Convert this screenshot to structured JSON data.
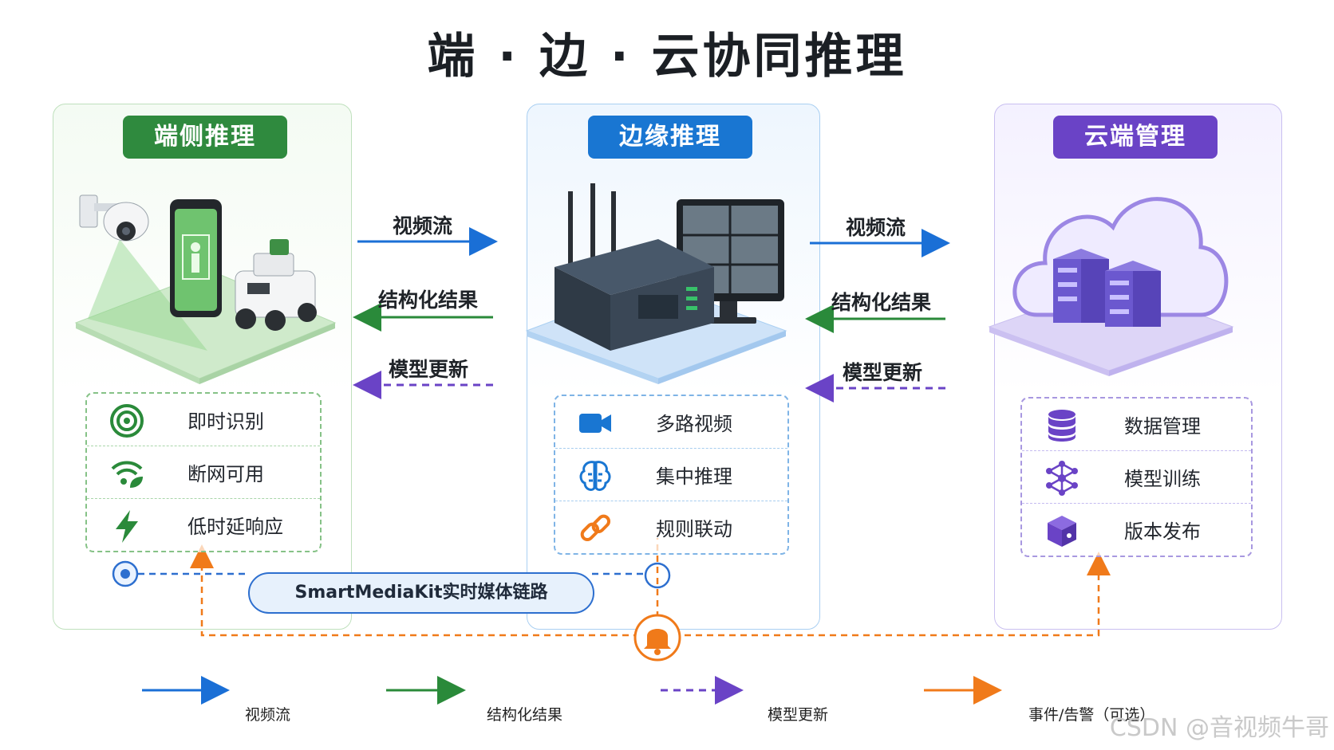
{
  "title": "端 · 边 · 云协同推理",
  "panels": {
    "device": {
      "badge": "端侧推理",
      "features": [
        {
          "icon": "target-icon",
          "label": "即时识别"
        },
        {
          "icon": "wifi-leaf-icon",
          "label": "断网可用"
        },
        {
          "icon": "lightning-icon",
          "label": "低时延响应"
        }
      ]
    },
    "edge": {
      "badge": "边缘推理",
      "features": [
        {
          "icon": "video-camera-icon",
          "label": "多路视频"
        },
        {
          "icon": "brain-icon",
          "label": "集中推理"
        },
        {
          "icon": "link-icon",
          "label": "规则联动"
        }
      ]
    },
    "cloud": {
      "badge": "云端管理",
      "features": [
        {
          "icon": "database-icon",
          "label": "数据管理"
        },
        {
          "icon": "neural-network-icon",
          "label": "模型训练"
        },
        {
          "icon": "cube-icon",
          "label": "版本发布"
        }
      ]
    }
  },
  "flows": {
    "left": [
      "视频流",
      "结构化结果",
      "模型更新"
    ],
    "right": [
      "视频流",
      "结构化结果",
      "模型更新"
    ]
  },
  "media_link": "SmartMediaKit实时媒体链路",
  "legend": [
    {
      "label": "视频流",
      "color": "#1a6fd6",
      "style": "solid"
    },
    {
      "label": "结构化结果",
      "color": "#2a8a3a",
      "style": "solid"
    },
    {
      "label": "模型更新",
      "color": "#6a43c6",
      "style": "dashed"
    },
    {
      "label": "事件/告警（可选）",
      "color": "#f07a1a",
      "style": "solid"
    }
  ],
  "watermark": "CSDN @音视频牛哥",
  "colors": {
    "video": "#1a6fd6",
    "result": "#2a8a3a",
    "model": "#6a43c6",
    "event": "#f07a1a"
  }
}
